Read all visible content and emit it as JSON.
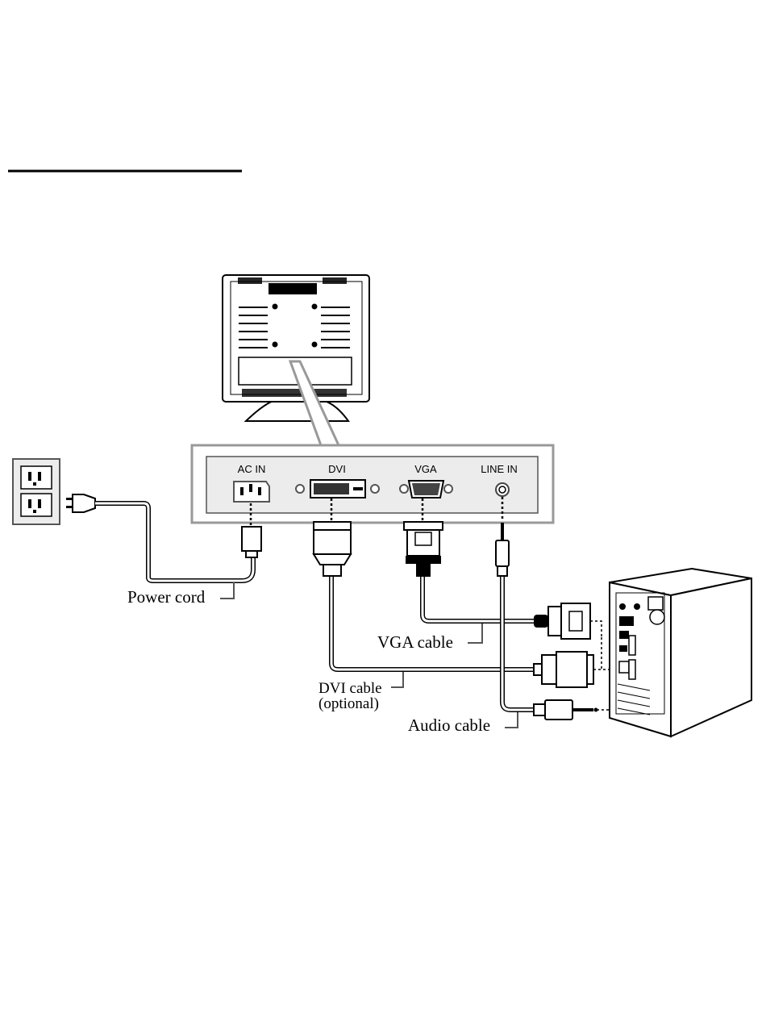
{
  "ports": {
    "ac_in": "AC IN",
    "dvi": "DVI",
    "vga": "VGA",
    "line_in": "LINE IN"
  },
  "cables": {
    "power": "Power cord",
    "vga": "VGA cable",
    "dvi": "DVI cable",
    "dvi_note": "(optional)",
    "audio": "Audio cable"
  }
}
